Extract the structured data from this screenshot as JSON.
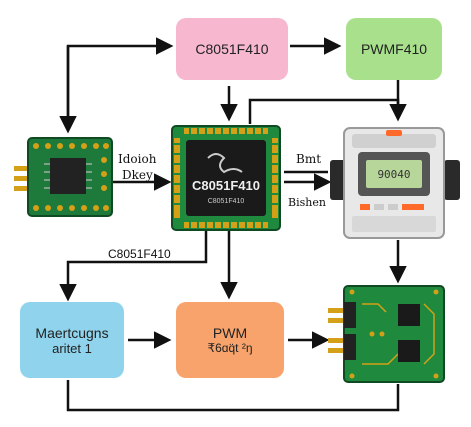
{
  "nodes": {
    "top_center": {
      "label": "C8051F410",
      "color": "#f7b7cf"
    },
    "top_right": {
      "label": "PWMF410",
      "color": "#a8e08c"
    },
    "bottom_left": {
      "line1": "Maertcugns",
      "line2": "aritet 1",
      "color": "#8fd3ec"
    },
    "bottom_mid": {
      "line1": "PWM",
      "line2": "₹6ɑq̈t ²ŋ",
      "color": "#f7a36b"
    }
  },
  "chip": {
    "label": "C8051F410",
    "sub": "C8051F410"
  },
  "meter": {
    "display": "90040"
  },
  "labels": {
    "left_in_1": "Idoioh",
    "left_in_2": "Dkey",
    "right_out_1": "Bmt",
    "right_out_2": "Bishen",
    "mid_left": "C8051F410"
  }
}
